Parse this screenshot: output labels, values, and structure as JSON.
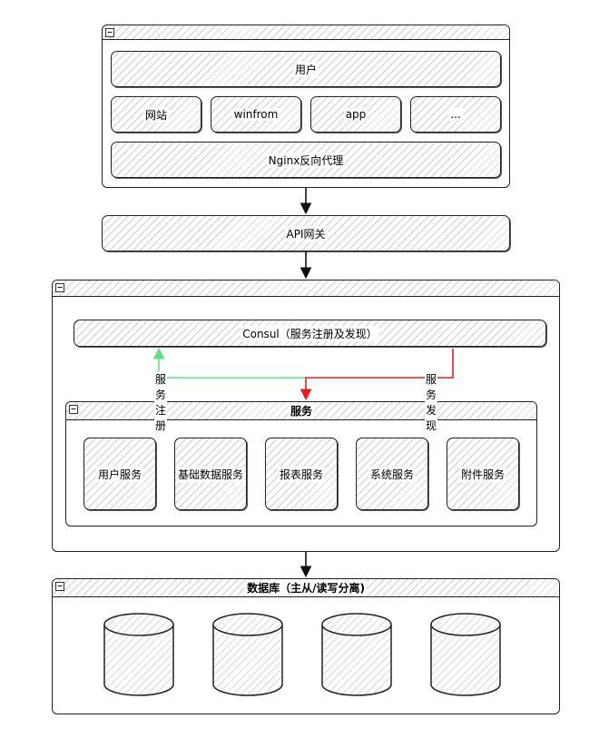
{
  "client_layer": {
    "user": "用户",
    "clients": [
      "网站",
      "winfrom",
      "app",
      "..."
    ],
    "proxy": "Nginx反向代理"
  },
  "gateway": "API网关",
  "service_layer": {
    "consul": "Consul（服务注册及发现）",
    "register_label": "服务注册",
    "discover_label": "服务发现",
    "services_title": "服务",
    "services": [
      "用户服务",
      "基础数据服务",
      "报表服务",
      "系统服务",
      "附件服务"
    ]
  },
  "database_layer": {
    "title": "数据库（主从/读写分离)",
    "database_count": 4
  },
  "colors": {
    "register_arrow": "#66dd88",
    "discover_arrow": "#e02020",
    "stroke": "#222222"
  },
  "icons": {
    "collapse": "collapse-icon",
    "database": "database-cylinder-icon"
  }
}
